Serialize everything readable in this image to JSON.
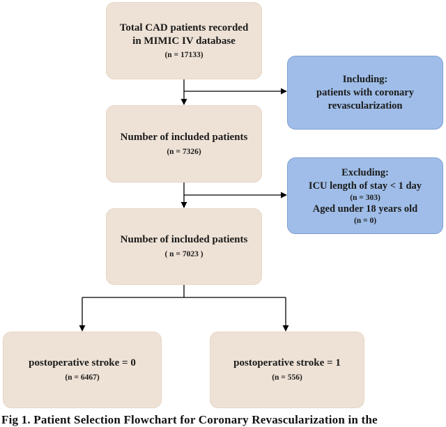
{
  "box_total": {
    "line1": "Total CAD patients recorded",
    "line2": "in MIMIC IV database",
    "count": "(n = 17133)"
  },
  "box_including": {
    "title": "Including:",
    "line1": "patients with coronary",
    "line2": "revascularization"
  },
  "box_included_1": {
    "title": "Number of included patients",
    "count": "(n = 7326)"
  },
  "box_excluding": {
    "title": "Excluding:",
    "criterion1": "ICU length of stay < 1 day",
    "criterion1_count": "(n = 303)",
    "criterion2": "Aged under 18 years old",
    "criterion2_count": "(n = 0)"
  },
  "box_included_2": {
    "title": "Number of included patients",
    "count": "( n = 7023 )"
  },
  "box_stroke_0": {
    "title": "postoperative stroke = 0",
    "count": "(n = 6467)"
  },
  "box_stroke_1": {
    "title": "postoperative stroke = 1",
    "count": "(n = 556)"
  },
  "caption": "Fig 1. Patient Selection Flowchart for Coronary Revascularization in the",
  "colors": {
    "beige_box": "#eee2d6",
    "blue_box": "#9fbde8",
    "arrow": "#000000"
  }
}
